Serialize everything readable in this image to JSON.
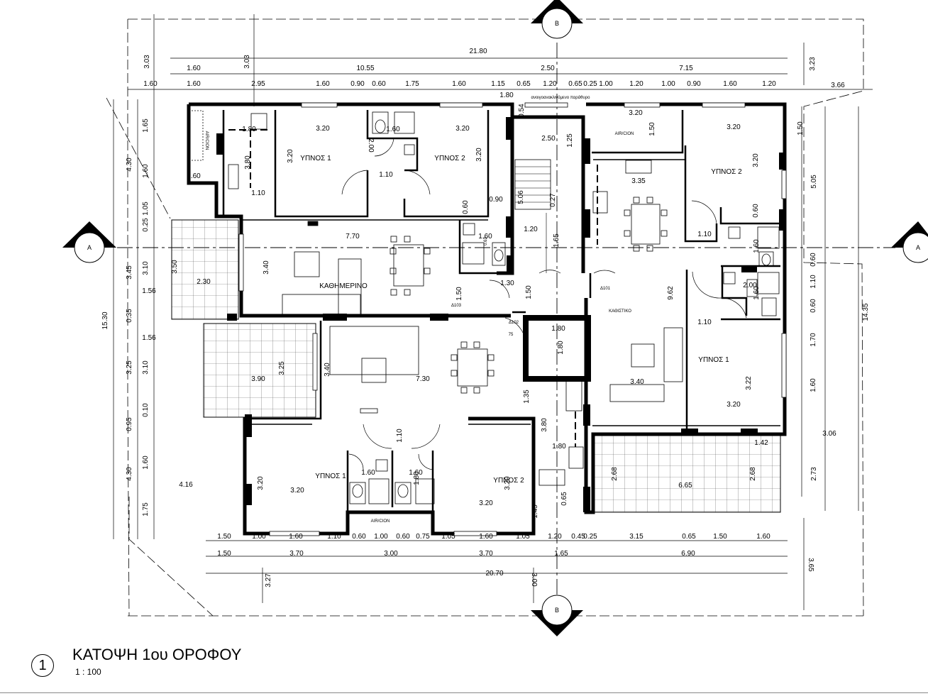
{
  "title": {
    "number": "1",
    "text": "ΚΑΤΟΨΗ 1ου ΟΡΟΦΟΥ",
    "scale": "1 : 100"
  },
  "section_markers": {
    "a_left": "A",
    "a_right": "A",
    "b_top": "B",
    "b_bottom": "B"
  },
  "rooms": {
    "bedroom1_nw": "ΥΠΝΟΣ 1",
    "bedroom2_nw": "ΥΠΝΟΣ 2",
    "living_w": "ΚΑΘΗΜΕΡΙΝΟ",
    "bedroom1_sw": "ΥΠΝΟΣ 1",
    "bedroom2_sw": "ΥΠΝΟΣ 2",
    "living_e": "ΚΑΘΙΣΤΙΚΟ",
    "bedroom2_ne": "ΥΠΝΟΣ 2",
    "bedroom1_e": "ΥΠΝΟΣ 1",
    "aircon_w": "AIR/CION",
    "aircon_ne": "AIR/CION",
    "aircon_s": "AIR/CION",
    "note_top": "ανοιγοανακλινόμενο παράθυρο",
    "door_d101": "Δ101",
    "door_d102": "Δ102",
    "door_d103": "Δ103",
    "label_75": "75"
  },
  "dims_top": {
    "total": "21.80",
    "r2": [
      "1.60",
      "10.55",
      "2.50",
      "7.15"
    ],
    "r3": [
      "1.60",
      "1.60",
      "2.95",
      "1.60",
      "0.90",
      "0.60",
      "1.75",
      "1.60",
      "1.15",
      "0.65",
      "1.20",
      "0.65",
      "0.25",
      "1.00",
      "1.20",
      "1.00",
      "0.90",
      "1.60",
      "1.20"
    ],
    "stair_180": "1.80",
    "side_left_303": "3.03",
    "side_mid_303": "3.03",
    "side_right_323": "3.23",
    "side_right_366": "3.66"
  },
  "dims_bottom": {
    "r1": [
      "1.50",
      "1.00",
      "1.60",
      "1.10",
      "0.60",
      "1.00",
      "0.60",
      "0.75",
      "1.05",
      "1.60",
      "1.05",
      "1.20",
      "0.45",
      "0.25",
      "3.15",
      "0.65",
      "1.50",
      "1.60"
    ],
    "r2": [
      "1.50",
      "3.70",
      "3.00",
      "3.70",
      "1.65",
      "6.90"
    ],
    "total": "20.70",
    "side_327": "3.27",
    "side_300": "3.00",
    "side_365": "3.65"
  },
  "dims_left": {
    "overall": "15.30",
    "upper": [
      "4.30",
      "3.45",
      "0.35",
      "3.25",
      "0.95",
      "4.30"
    ],
    "lower": [
      "1.65",
      "1.60",
      "1.05",
      "0.25",
      "3.10",
      "1.56",
      "1.56",
      "3.10",
      "0.10",
      "1.60",
      "1.75"
    ]
  },
  "dims_right": {
    "overall": "14.35",
    "outer": [
      "5.05",
      "2.73"
    ],
    "inner": [
      "1.50",
      "0.60",
      "1.10",
      "0.60",
      "1.70",
      "1.60"
    ],
    "side_306": "3.06",
    "side_142": "1.42"
  },
  "dims_interior": {
    "nw_b1_w": "3.20",
    "nw_b1_h": "3.20",
    "nw_b1_380": "3.80",
    "nw_180": "1.80",
    "nw_160": "1.60",
    "nw_110a": "1.10",
    "nw_bath_160": "1.60",
    "nw_bath_200": "2.00",
    "nw_110b": "1.10",
    "nw_b2_w": "3.20",
    "nw_b2_h": "3.20",
    "nw_090": "0.90",
    "nw_060": "0.60",
    "nw_054": "0.54",
    "stair_250": "2.50",
    "stair_125": "1.25",
    "stair_506": "5.06",
    "stair_027": "0.27",
    "stair_120": "1.20",
    "stair_165": "1.65",
    "living_770": "7.70",
    "living_340": "3.40",
    "bal_350": "3.50",
    "bal_230": "2.30",
    "wc_160": "1.60",
    "wc_063": "0.63",
    "w_150": "1.50",
    "w_130": "1.30",
    "w_150b": "1.50",
    "lob_180a": "1.80",
    "lob_180b": "1.80",
    "bal_sw_390": "3.90",
    "bal_sw_325": "3.25",
    "din_340": "3.40",
    "din_730": "7.30",
    "din_135": "1.35",
    "sw_110": "1.10",
    "sw_160a": "1.60",
    "sw_160b": "1.60",
    "sw_180": "1.80",
    "sw_b1_320w": "3.20",
    "sw_b1_320h": "3.20",
    "sw_b2_320w": "3.20",
    "sw_b2_320h": "3.20",
    "sw_145": "1.45",
    "sw_065": "0.65",
    "sw_380": "3.80",
    "sw_180b": "1.80",
    "sw_416": "4.16",
    "ne_320": "3.20",
    "ne_150": "1.50",
    "ne_335": "3.35",
    "ne_b2_320w": "3.20",
    "ne_b2_320h": "3.20",
    "ne_110": "1.10",
    "ne_060": "0.60",
    "ne_160": "1.60",
    "ne_200": "2.00",
    "ne_160b": "1.60",
    "ne_110b": "1.10",
    "e_962": "9.62",
    "e_340": "3.40",
    "e_b1_322": "3.22",
    "e_b1_320": "3.20",
    "bal_se_268a": "2.68",
    "bal_se_665": "6.65",
    "bal_se_268b": "2.68"
  }
}
